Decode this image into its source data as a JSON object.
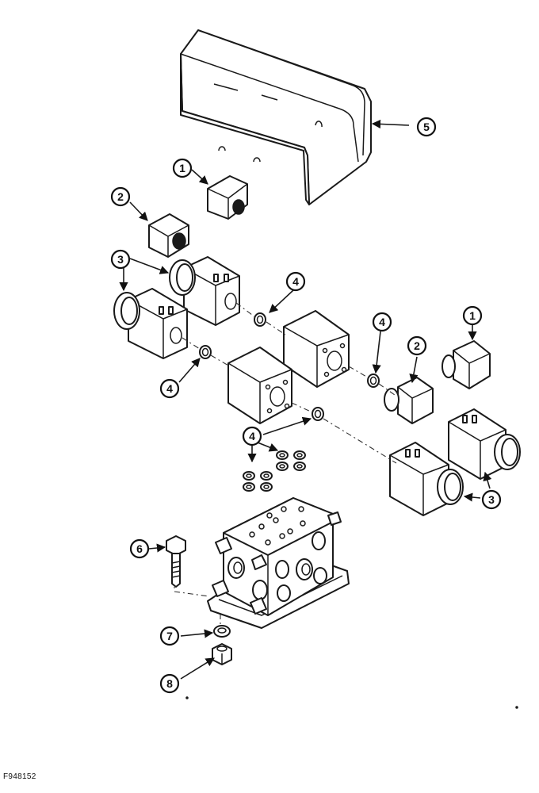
{
  "figure_id": "F948152",
  "callouts": {
    "c1a": "1",
    "c1b": "1",
    "c2a": "2",
    "c2b": "2",
    "c3a": "3",
    "c3b": "3",
    "c4a": "4",
    "c4b": "4",
    "c4c": "4",
    "c4d": "4",
    "c5": "5",
    "c6": "6",
    "c7": "7",
    "c8": "8"
  }
}
